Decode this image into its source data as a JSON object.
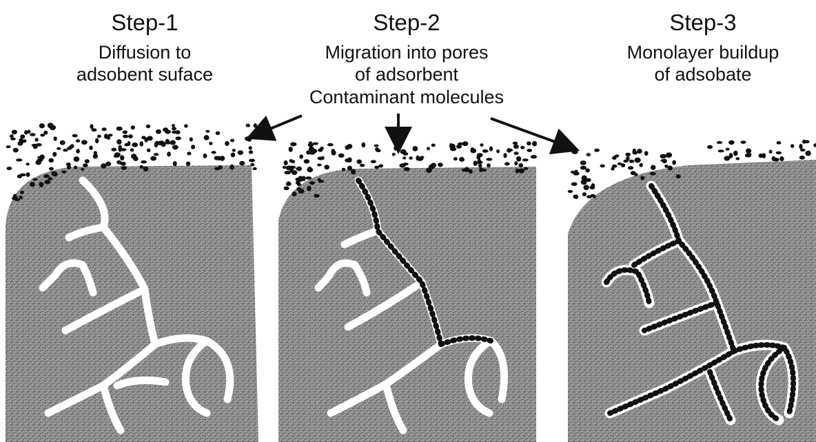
{
  "steps": [
    {
      "title": "Step-1",
      "description": [
        "Diffusion to",
        "adsobent suface"
      ]
    },
    {
      "title": "Step-2",
      "description": [
        "Migration into pores",
        "of adsorbent"
      ]
    },
    {
      "title": "Step-3",
      "description": [
        "Monolayer buildup",
        "of adsobate"
      ]
    }
  ],
  "molecules_label": "Contaminant molecules",
  "colors": {
    "ink": "#111111",
    "adsorbent": "#8a8a8a",
    "pore": "#ffffff"
  }
}
